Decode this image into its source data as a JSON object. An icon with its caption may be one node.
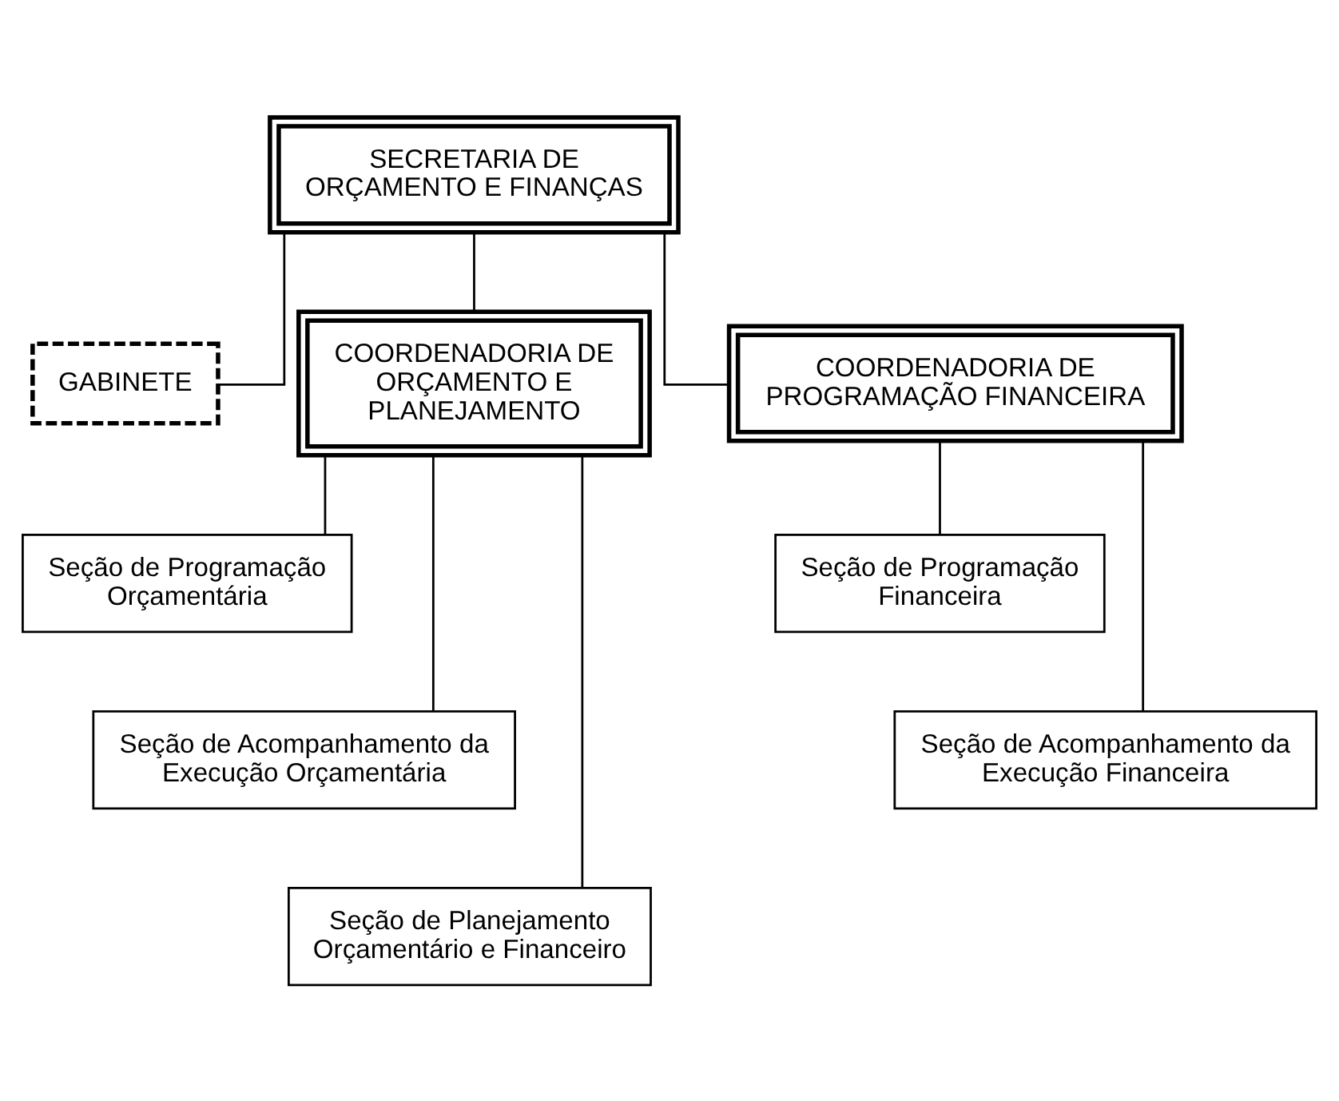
{
  "diagram": {
    "nodes": [
      {
        "text": [
          "SECRETARIA DE ORÇAMENTO E FINANÇAS"
        ]
      },
      {
        "text": [
          "GABINETE"
        ]
      },
      {
        "text": [
          "COORDENADORIA DE ORÇAMENTO E PLANEJAMENTO"
        ]
      },
      {
        "text": [
          "COORDENADORIA DE PROGRAMAÇÃO FINANCEIRA"
        ]
      },
      {
        "text": [
          "Seção de Programação Orçamentária"
        ]
      },
      {
        "text": [
          "Seção de Acompanhamento da Execução Orçamentária"
        ]
      },
      {
        "text": [
          "Seção de Planejamento Orçamentário e Financeiro"
        ]
      },
      {
        "text": [
          "Seção de Programação Financeira"
        ]
      },
      {
        "text": [
          "Seção de Acompanhamento da Execução Financeira"
        ]
      }
    ],
    "edges": [
      {
        "from": 0,
        "to": 1,
        "arrow": "none"
      },
      {
        "from": 0,
        "to": 2,
        "arrow": "none"
      },
      {
        "from": 0,
        "to": 3,
        "arrow": "none"
      },
      {
        "from": 2,
        "to": 4,
        "arrow": "none"
      },
      {
        "from": 2,
        "to": 5,
        "arrow": "none"
      },
      {
        "from": 2,
        "to": 6,
        "arrow": "none"
      },
      {
        "from": 3,
        "to": 7,
        "arrow": "none"
      },
      {
        "from": 3,
        "to": 8,
        "arrow": "none"
      }
    ]
  }
}
